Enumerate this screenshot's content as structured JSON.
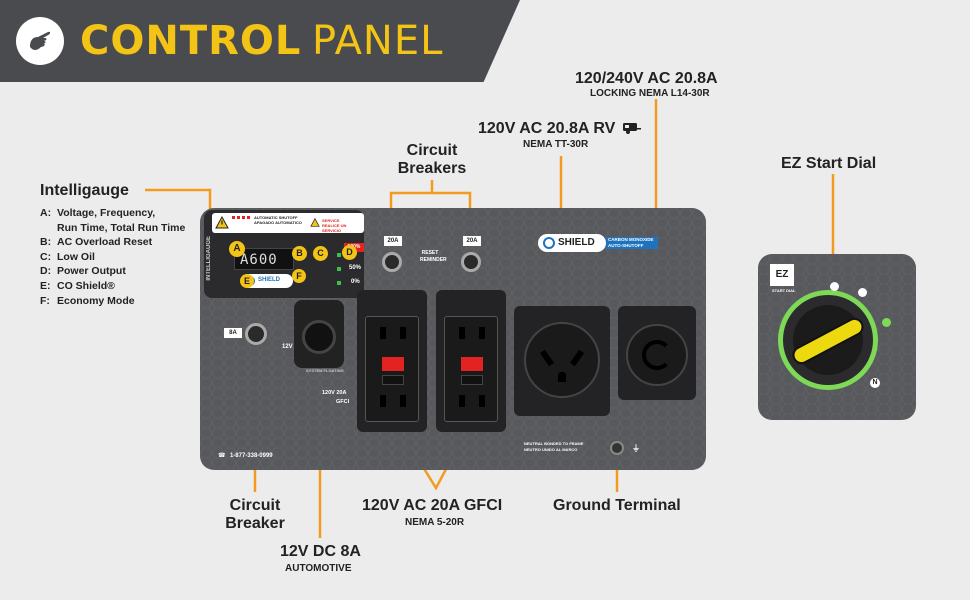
{
  "header": {
    "title_bold": "CONTROL",
    "title_light": "PANEL"
  },
  "intelligauge": {
    "title": "Intelligauge",
    "items": [
      {
        "key": "A:",
        "text": "Voltage, Frequency,"
      },
      {
        "key": "",
        "text": "Run Time, Total Run Time"
      },
      {
        "key": "B:",
        "text": "AC Overload Reset"
      },
      {
        "key": "C:",
        "text": "Low Oil"
      },
      {
        "key": "D:",
        "text": "Power Output"
      },
      {
        "key": "E:",
        "text": "CO Shield®"
      },
      {
        "key": "F:",
        "text": "Economy Mode"
      }
    ]
  },
  "callouts": {
    "breakers_top_line1": "Circuit",
    "breakers_top_line2": "Breakers",
    "rv_title": "120V AC 20.8A RV",
    "rv_sub": "NEMA TT-30R",
    "locking_title": "120/240V AC 20.8A",
    "locking_sub": "LOCKING NEMA L14-30R",
    "ez_start": "EZ Start Dial",
    "breaker_bottom_line1": "Circuit",
    "breaker_bottom_line2": "Breaker",
    "dc_title": "12V DC 8A",
    "dc_sub": "AUTOMOTIVE",
    "gfci_title": "120V AC 20A GFCI",
    "gfci_sub": "NEMA 5-20R",
    "ground": "Ground Terminal"
  },
  "panel": {
    "display_digits": "A600",
    "circle_labels": [
      "A",
      "B",
      "C",
      "D",
      "E",
      "F"
    ],
    "shield_text": "SHIELD",
    "shield_banner_line1": "CARBON MONOXIDE",
    "shield_banner_line2": "AUTO-SHUTOFF",
    "breaker_20a": "20A",
    "breaker_8a": "8A",
    "reset_label": "RESET REMINDER",
    "pct_100": "100%",
    "pct_50": "50%",
    "pct_0": "0%",
    "warning_1a": "AUTOMATIC SHUTOFF",
    "warning_1b": "APAGADO AUTOMATICO",
    "warning_2a": "SERVICE",
    "warning_2b": "REALICE UN SERVICIO",
    "vert_label": "INTELLIGAUGE",
    "dc_12v": "12V",
    "dc_note": "SYSTEM FLOATING",
    "gfci_rating": "120V 20A",
    "gfci_label": "GFCI",
    "phone": "1-877-338-0999",
    "neutral_label": "NEUTRAL BONDED TO FRAME",
    "neutral_label2": "NEUTRO UNIDO AL MARCO",
    "ez_logo": "EZ",
    "ez_label": "START DIAL",
    "dial_n": "N"
  },
  "colors": {
    "accent": "#f3c316",
    "leader": "#f39a21",
    "panel": "#58595d",
    "header": "#4a4b4f",
    "green_ring": "#7ed957",
    "dial_yellow": "#ecd90f",
    "breaker_red": "#e32320"
  }
}
